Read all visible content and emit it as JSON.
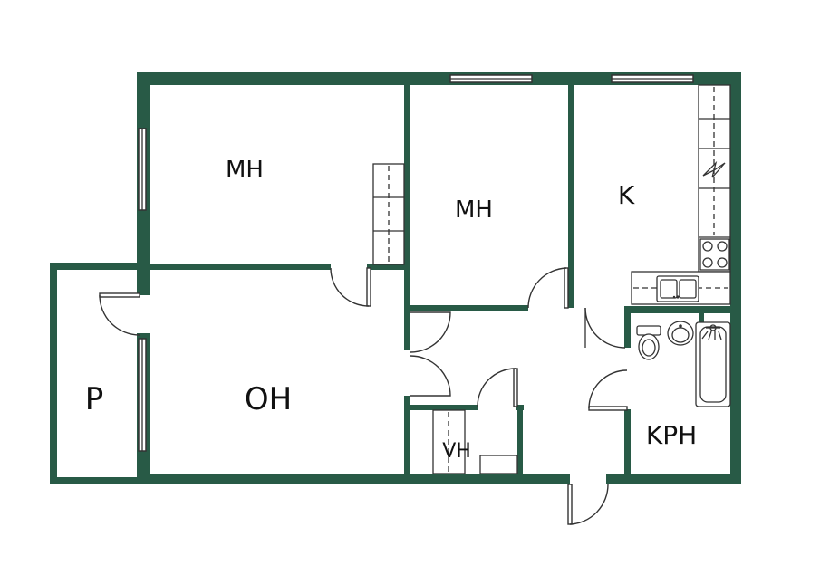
{
  "floor_plan": {
    "colors": {
      "wall": "#285a46",
      "fixture_line": "#333333",
      "background": "#ffffff"
    },
    "rooms": [
      {
        "key": "bedroom_1",
        "label": "MH"
      },
      {
        "key": "bedroom_2",
        "label": "MH"
      },
      {
        "key": "kitchen",
        "label": "K"
      },
      {
        "key": "living_room",
        "label": "OH"
      },
      {
        "key": "balcony",
        "label": "P"
      },
      {
        "key": "walk_in_closet",
        "label": "VH"
      },
      {
        "key": "bathroom",
        "label": "KPH"
      }
    ],
    "fixtures": [
      "wardrobe",
      "kitchen-counter",
      "stove",
      "sink",
      "toilet",
      "washbasin",
      "bathtub",
      "shower",
      "closet-shelf"
    ]
  }
}
